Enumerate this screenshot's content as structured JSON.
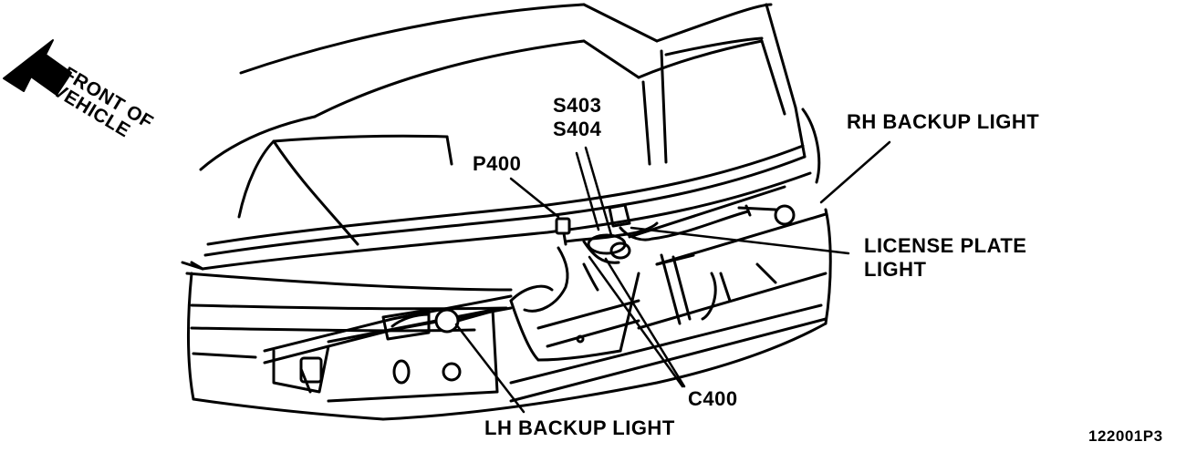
{
  "labels": {
    "front_of_vehicle": [
      "FRONT OF",
      "VEHICLE"
    ],
    "s403": "S403",
    "s404": "S404",
    "p400": "P400",
    "rh_backup_light": "RH BACKUP LIGHT",
    "license_plate_light": [
      "LICENSE PLATE",
      "LIGHT"
    ],
    "c400": "C400",
    "lh_backup_light": "LH BACKUP LIGHT",
    "figure_code": "122001P3"
  },
  "colors": {
    "ink": "#000000",
    "paper": "#ffffff"
  }
}
